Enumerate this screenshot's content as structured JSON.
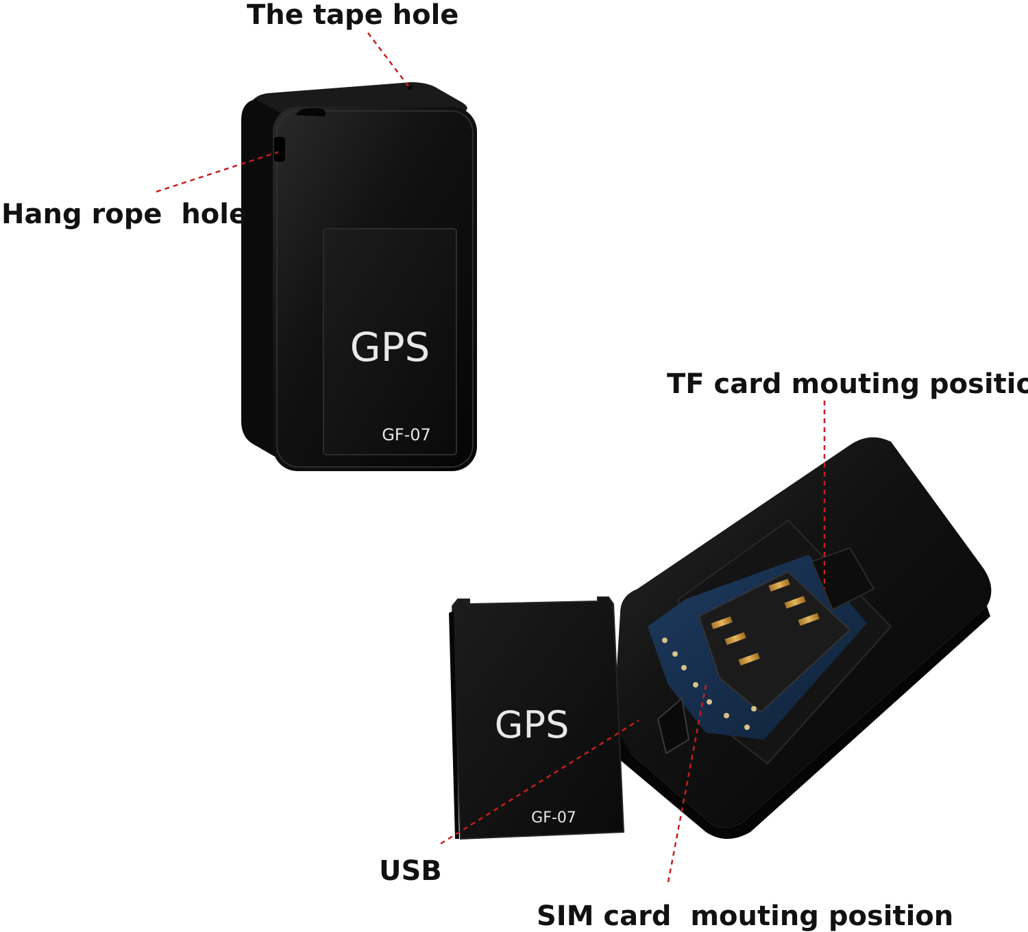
{
  "labels": {
    "tape_hole": "The tape hole",
    "hang_rope_hole": "Hang rope  hole",
    "tf_card": "TF card mouting position",
    "usb": "USB",
    "sim_card": "SIM card  mouting position"
  },
  "device_print": {
    "brand": "GPS",
    "model": "GF-07"
  },
  "colors": {
    "leader_line": "#c81e1e",
    "device_body": "#0d0d0d",
    "print_text": "#e8e8e8",
    "label_text": "#111111"
  }
}
